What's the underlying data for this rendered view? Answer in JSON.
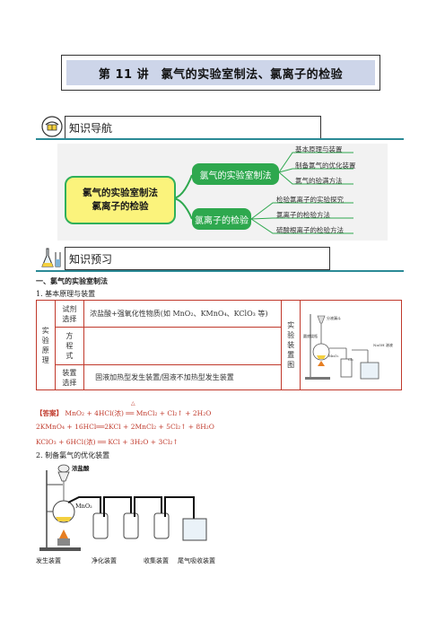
{
  "title": "第 11 讲　氯气的实验室制法、氯离子的检验",
  "nav": {
    "label": "知识导航"
  },
  "mindmap": {
    "center_line1": "氯气的实验室制法",
    "center_line2": "氯离子的检验",
    "branch1": "氯气的实验室制法",
    "branch2": "氯离子的检验",
    "branch1_leaves": [
      "基本原理与装置",
      "制备氯气的优化装置",
      "氯气的验满方法"
    ],
    "branch2_leaves": [
      "检验氯离子的实验探究",
      "氯离子的检验方法",
      "硫酸根离子的检验方法"
    ]
  },
  "preview": {
    "label": "知识预习"
  },
  "section1_heading": "一、氯气的实验室制法",
  "sub1": "1. 基本原理与装置",
  "table": {
    "col1": "实验原理",
    "rows": [
      {
        "label": "试剂选择",
        "content": "浓盐酸+强氧化性物质(如 MnO₂、KMnO₄、KClO₃ 等)"
      },
      {
        "label": "方程式",
        "content": ""
      },
      {
        "label": "装置选择",
        "content": "固液加热型发生装置/固液不加热型发生装置"
      }
    ],
    "col3": "实验装置图",
    "fig_labels": {
      "funnel": "分液漏斗",
      "flask": "圆底烧瓶",
      "mno2": "MnO₂",
      "cl2": "Cl₂",
      "naoh": "NaOH 溶液"
    }
  },
  "answer": {
    "tag": "【答案】",
    "eq1": "MnO₂ + 4HCl(浓) ══ MnCl₂ + Cl₂↑ + 2H₂O",
    "eq1_cond": "△",
    "eq2": "2KMnO₄ + 16HCl══2KCl + 2MnCl₂ + 5Cl₂↑ + 8H₂O",
    "eq3": "KClO₃ + 6HCl(浓) ══ KCl + 3H₂O + 3Cl₂↑"
  },
  "sub2": "2. 制备氯气的优化装置",
  "apparatus": {
    "acid": "浓盐酸",
    "mno2": "MnO₂",
    "labels": [
      "发生装置",
      "净化装置",
      "收集装置",
      "尾气吸收装置"
    ]
  },
  "colors": {
    "teal": "#2b8a96",
    "green": "#2ea84e",
    "yellow": "#fbf37c",
    "red": "#c0392b",
    "title_bg": "#cdd5e9"
  }
}
